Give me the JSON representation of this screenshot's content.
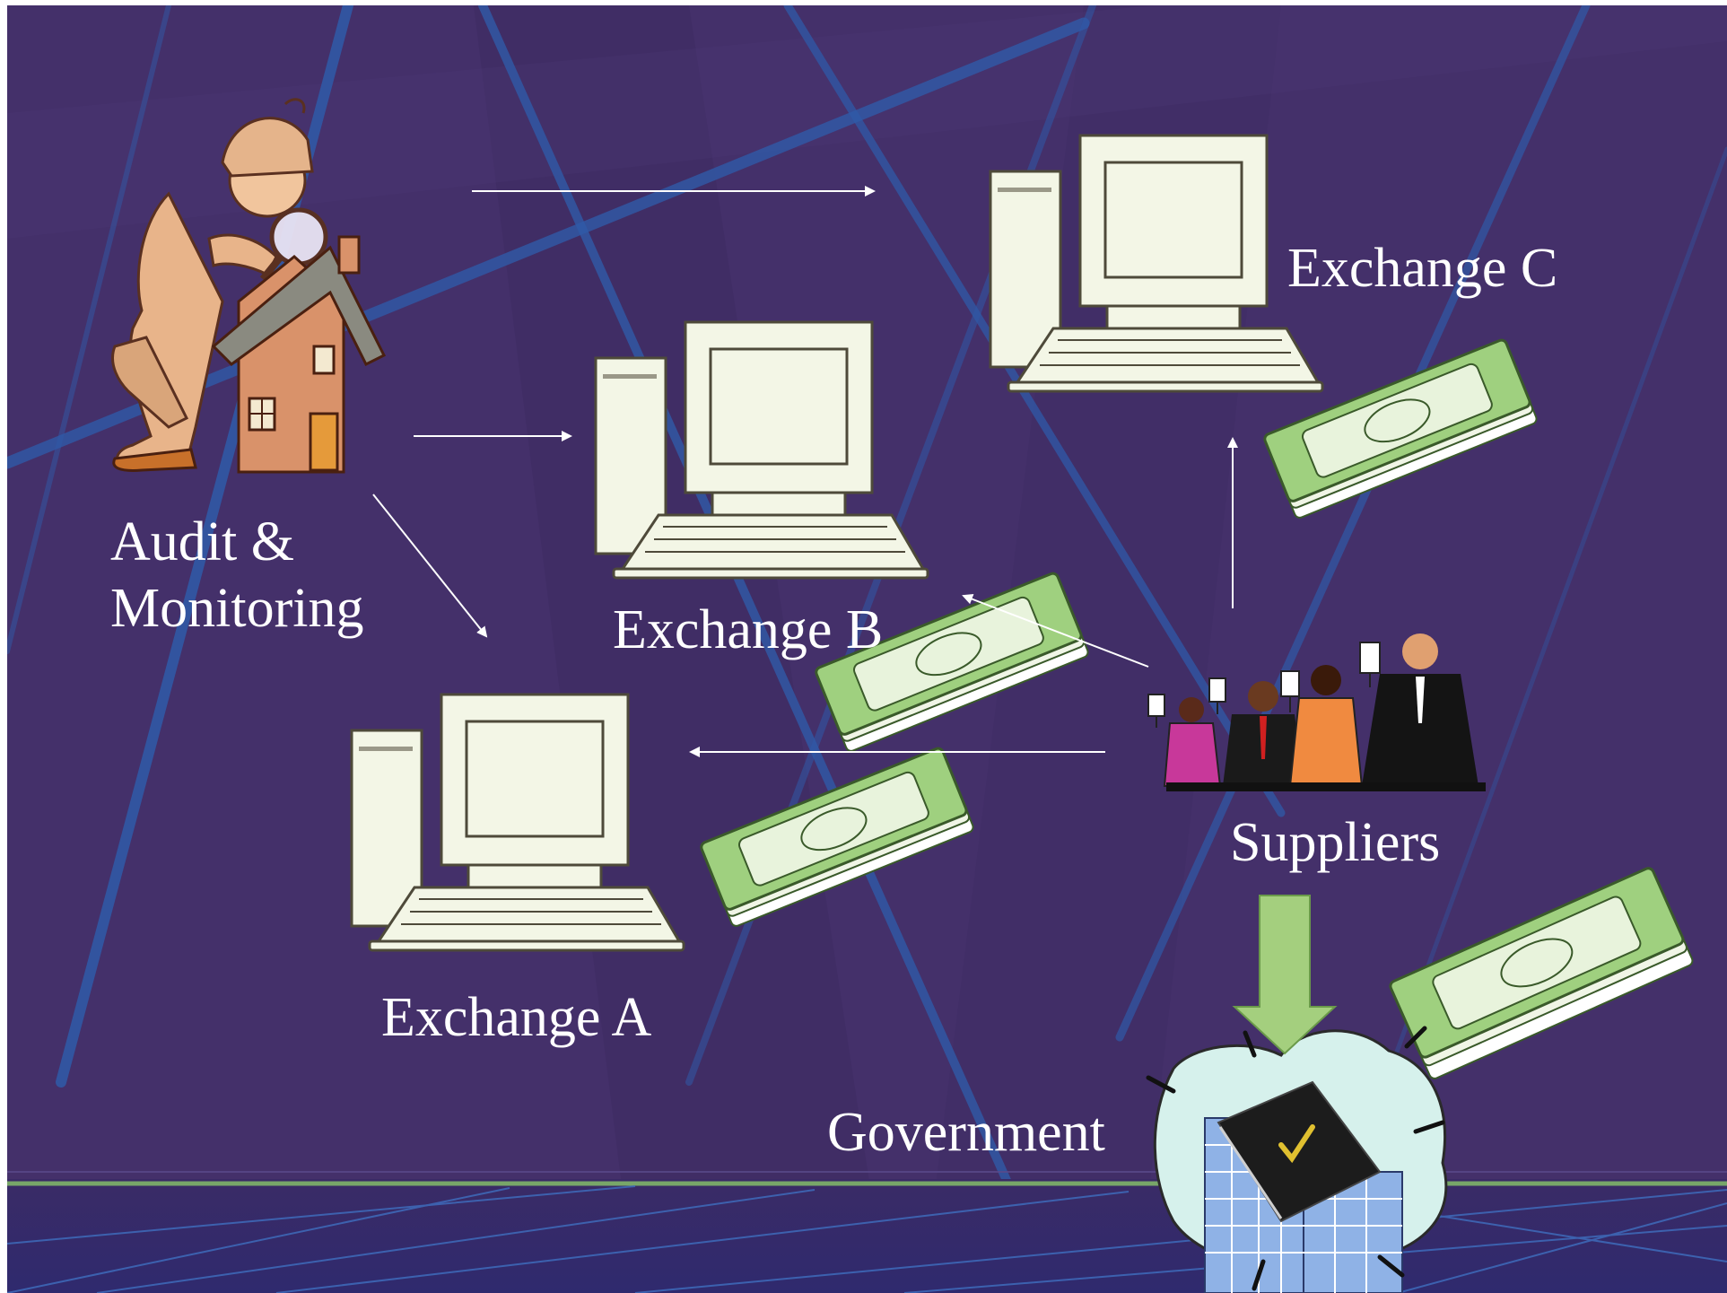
{
  "labels": {
    "audit_line1": "Audit &",
    "audit_line2": "Monitoring",
    "exchange_a": "Exchange A",
    "exchange_b": "Exchange B",
    "exchange_c": "Exchange C",
    "suppliers": "Suppliers",
    "government": "Government"
  },
  "colors": {
    "background": "#44306a",
    "stripe": "#2f58a8",
    "label_text": "#ffffff",
    "computer_fill": "#f3f6e6",
    "money_green": "#9fd07f",
    "big_arrow": "#a4cf7e",
    "horizon_line": "#7fb46a"
  },
  "icons": {
    "auditor": "detective-with-house-icon",
    "computer": "desktop-computer-icon",
    "money": "money-stack-icon",
    "suppliers": "bidding-people-icon",
    "government": "government-building-icon"
  }
}
